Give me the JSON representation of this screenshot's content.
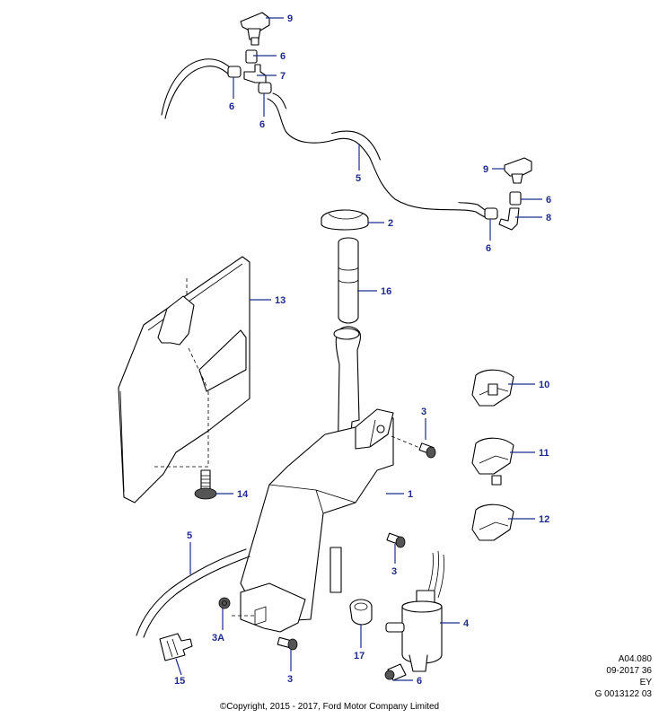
{
  "callouts": [
    "9",
    "6",
    "7",
    "6",
    "6",
    "5",
    "9",
    "6",
    "8",
    "6",
    "2",
    "16",
    "13",
    "10",
    "3",
    "11",
    "14",
    "1",
    "12",
    "5",
    "3",
    "4",
    "3A",
    "17",
    "3",
    "15",
    "6"
  ],
  "info": {
    "line1": "A04.080",
    "line2": "09-2017 36",
    "line3": "EY",
    "line4": "G 0013122 03"
  },
  "copyright": "©Copyright, 2015 - 2017, Ford Motor Company Limited",
  "colors": {
    "callout": "#1f2a8c",
    "line": "#000000"
  }
}
